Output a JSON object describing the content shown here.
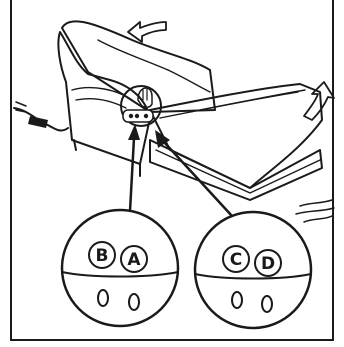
{
  "colors": {
    "line": "#1a1a1a",
    "sofa_fill": "#f4f4f4",
    "callout_fill": "#d9d9d9",
    "button_fill": "#ffffff",
    "background": "#ffffff"
  },
  "callouts": [
    {
      "labels": [
        "B",
        "A"
      ]
    },
    {
      "labels": [
        "C",
        "D"
      ]
    }
  ]
}
